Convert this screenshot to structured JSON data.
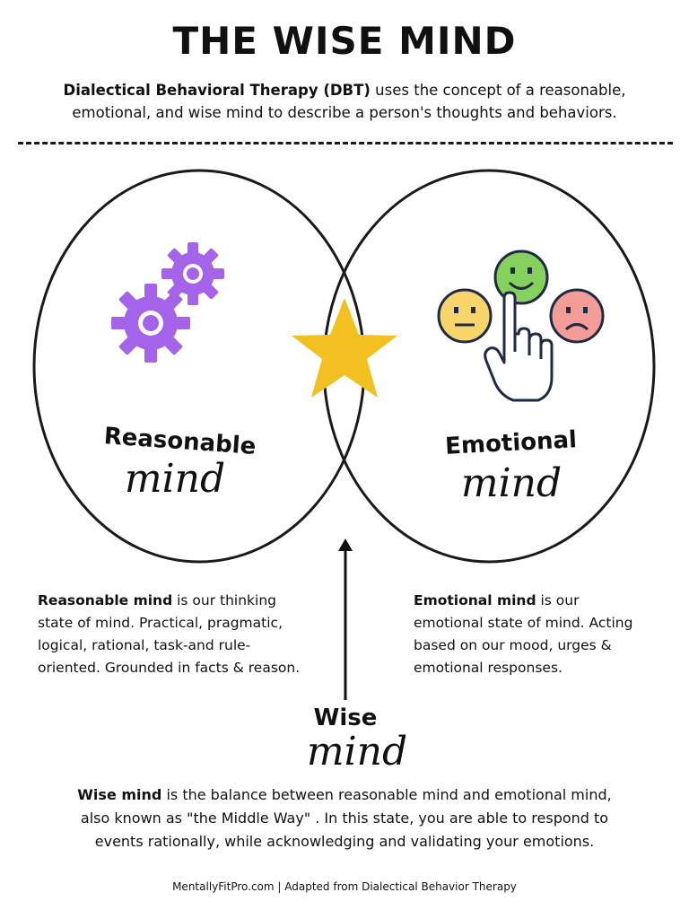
{
  "title": "THE WISE MIND",
  "intro": {
    "bold": "Dialectical Behavioral Therapy (DBT)",
    "rest_line1": " uses the concept of a reasonable,",
    "line2": "emotional, and wise mind to describe a person's thoughts and behaviors."
  },
  "diagram": {
    "reasonable_label": "Reasonable",
    "reasonable_script": "mind",
    "emotional_label": "Emotional",
    "emotional_script": "mind",
    "wise_label": "Wise",
    "wise_script": "mind"
  },
  "reasonable_desc": {
    "bold": "Reasonable mind",
    "line1": " is our thinking",
    "line2": "state of mind. Practical, pragmatic,",
    "line3": "logical, rational, task-and rule-",
    "line4": "oriented. Grounded in facts & reason."
  },
  "emotional_desc": {
    "bold": "Emotional mind",
    "line1": " is our",
    "line2": "emotional state of mind. Acting",
    "line3": "based on our mood, urges &",
    "line4": "emotional responses."
  },
  "wise_desc": {
    "bold": "Wise mind",
    "line1": " is the balance between reasonable mind and emotional mind,",
    "line2": "also known as \"the Middle Way\" . In this state, you are able to respond to",
    "line3": "events rationally, while acknowledging and validating your emotions."
  },
  "footer": "MentallyFitPro.com | Adapted from Dialectical Behavior Therapy",
  "colors": {
    "gear": "#a463e8",
    "star": "#f2c020",
    "face_neutral": "#f8d56a",
    "face_happy": "#86d15e",
    "face_sad": "#f49c98",
    "outline": "#1a1a1a",
    "hand_outline": "#1f2a44"
  },
  "icons": [
    "gear-icon",
    "star-icon",
    "neutral-face-icon",
    "happy-face-icon",
    "sad-face-icon",
    "pointing-hand-icon",
    "up-arrow-icon"
  ]
}
